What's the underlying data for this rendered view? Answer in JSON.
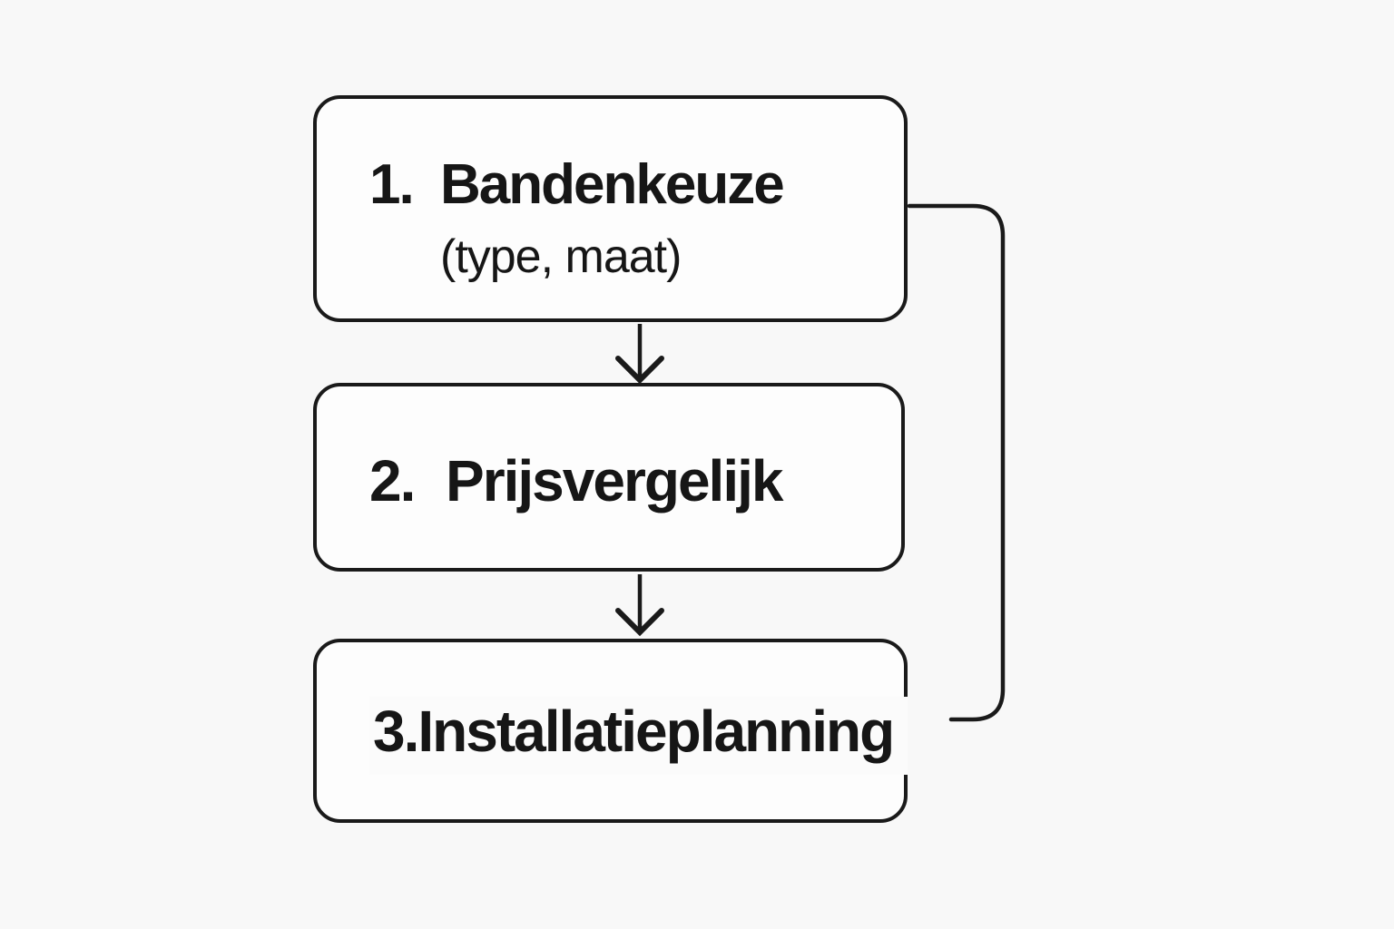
{
  "page": {
    "background": "#f8f8f8"
  },
  "diagram": {
    "type": "flowchart",
    "direction": "top-down",
    "nodes": [
      {
        "id": "bandenkeuze",
        "number": "1.",
        "label": "Bandenkeuze",
        "sublabel": "(type, maat)"
      },
      {
        "id": "prijsvergelijk",
        "number": "2.",
        "label": "Prijsvergelijk"
      },
      {
        "id": "installatieplanning",
        "number": "3.",
        "label": "Installatieplanning"
      }
    ],
    "edges": [
      {
        "from": "bandenkeuze",
        "to": "prijsvergelijk",
        "style": "straight-down",
        "arrowhead": "chevron"
      },
      {
        "from": "prijsvergelijk",
        "to": "installatieplanning",
        "style": "straight-down",
        "arrowhead": "chevron"
      },
      {
        "from": "bandenkeuze",
        "to": "installatieplanning",
        "style": "right-side-elbow",
        "arrowhead": "none"
      }
    ],
    "colors": {
      "box_fill": "#fdfdfd",
      "stroke": "#1a1a1a",
      "text": "#161616",
      "background": "#f8f8f8"
    }
  }
}
